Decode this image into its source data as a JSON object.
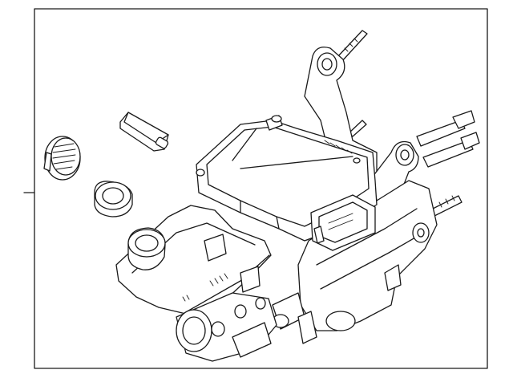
{
  "diagram": {
    "colors": {
      "line": "#1a1a1a",
      "background": "#ffffff"
    },
    "parts": [
      "frame-box",
      "leader-line",
      "pedal-bracket",
      "mounting-studs",
      "clevis-rods",
      "control-module",
      "electrical-connector",
      "fluid-reservoir",
      "reservoir-cap",
      "master-cylinder",
      "booster-pump-body",
      "dust-cap",
      "grommet",
      "plug-seal"
    ]
  }
}
